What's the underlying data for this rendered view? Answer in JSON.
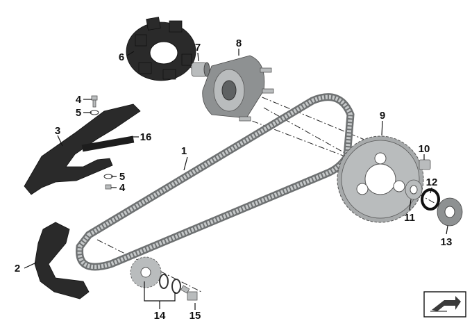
{
  "diagram": {
    "callouts": [
      "1",
      "2",
      "3",
      "4",
      "4",
      "5",
      "5",
      "6",
      "7",
      "8",
      "9",
      "10",
      "11",
      "12",
      "13",
      "14",
      "15",
      "16"
    ],
    "colors": {
      "part_dark": "#2a2a2a",
      "part_grey": "#b9bcbd",
      "chain": "#9a9d9e",
      "line": "#111111"
    },
    "icons": [
      "catalog-page-icon"
    ]
  }
}
